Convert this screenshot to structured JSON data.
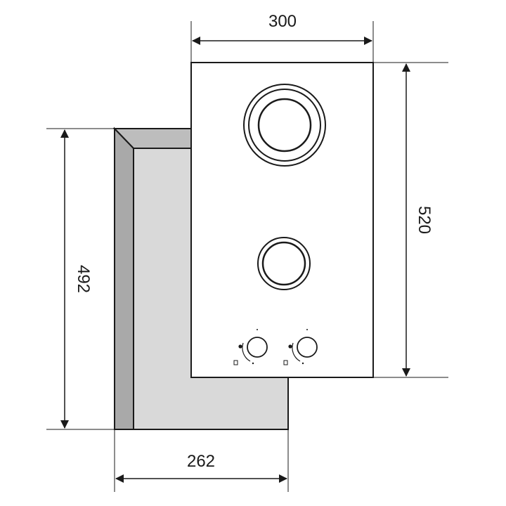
{
  "dimensions": {
    "top_width": "300",
    "right_height": "520",
    "left_height": "492",
    "bottom_width": "262"
  },
  "colors": {
    "outline": "#1a1a1a",
    "cutout_fill": "#d9d9d9",
    "cutout_side": "#a9a9a9",
    "panel_fill": "#ffffff"
  }
}
